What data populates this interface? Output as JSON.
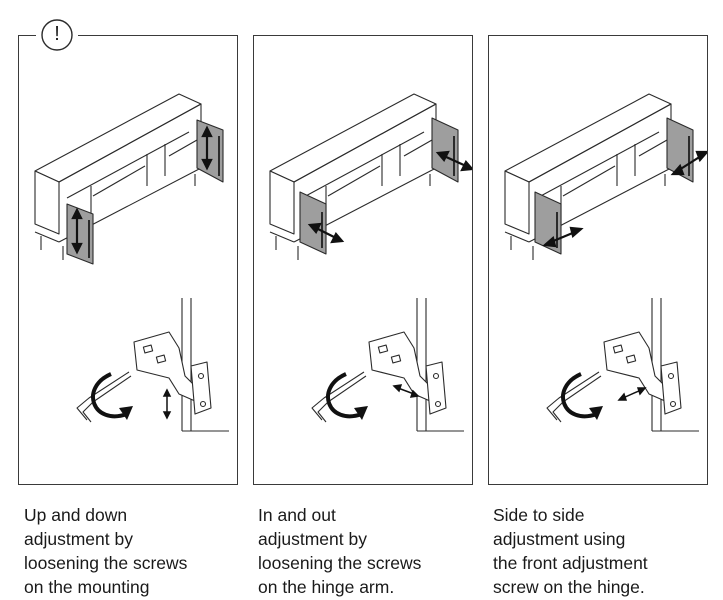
{
  "notice": {
    "icon": "exclamation-circle-icon",
    "symbol": "!"
  },
  "panels": [
    {
      "adjustment": "up-down",
      "caption": "Up and down\nadjustment by\nloosening the screws\non the mounting"
    },
    {
      "adjustment": "in-out",
      "caption": "In and out\nadjustment by\nloosening the screws\non the hinge arm."
    },
    {
      "adjustment": "side-to-side",
      "caption": "Side to side\nadjustment using\nthe front adjustment\nscrew on the hinge."
    }
  ],
  "colors": {
    "line": "#2b2b2b",
    "door_fill": "#9e9e9e",
    "background": "#ffffff"
  }
}
